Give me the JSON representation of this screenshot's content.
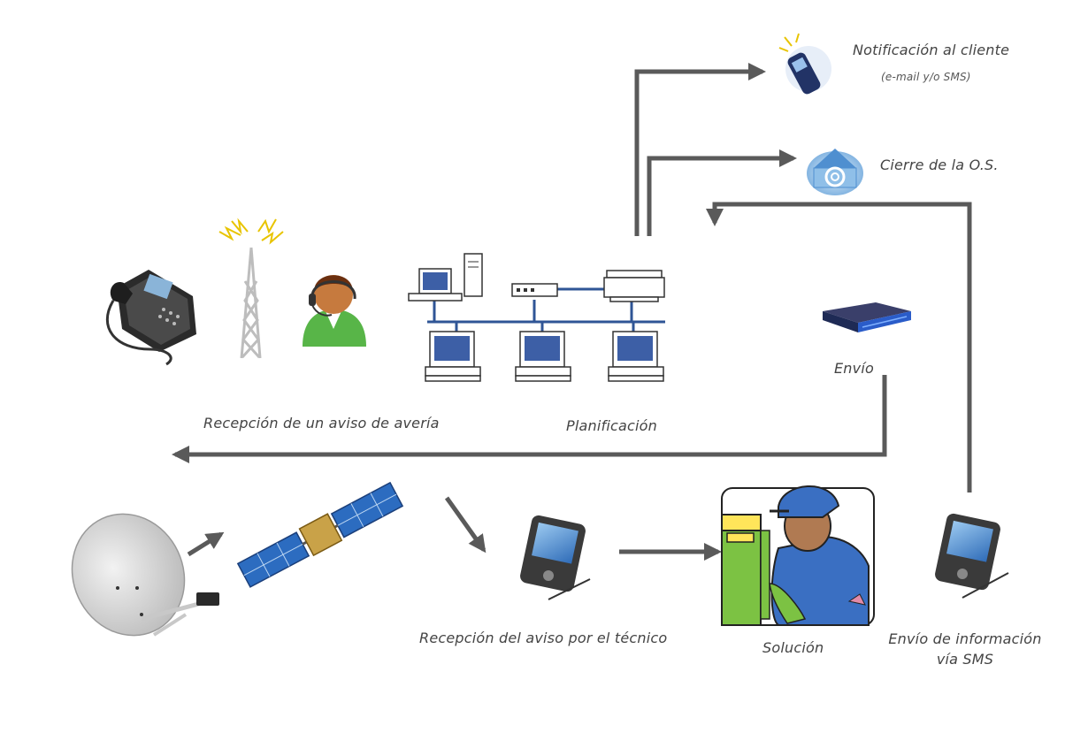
{
  "labels": {
    "notification": "Notificación al cliente",
    "notification_sub": "(e-mail y/o SMS)",
    "closure": "Cierre de la O.S.",
    "send": "Envío",
    "reception": "Recepción de un aviso de avería",
    "planning": "Planificación",
    "technician": "Recepción del aviso por el técnico",
    "solution": "Solución",
    "info_line1": "Envío de información",
    "info_line2": "vía SMS"
  },
  "icons": {
    "phone": "desk-phone-icon",
    "antenna": "radio-antenna-icon",
    "operator": "call-center-operator-icon",
    "network": "computer-network-icon",
    "router": "router-device-icon",
    "mobile": "mobile-phone-icon",
    "email": "email-icon",
    "dish": "satellite-dish-icon",
    "satellite": "satellite-icon",
    "pda": "pda-icon",
    "technician": "technician-icon"
  },
  "colors": {
    "arrow": "#5a5a5a",
    "network_line": "#2f5596",
    "text": "#444444"
  }
}
